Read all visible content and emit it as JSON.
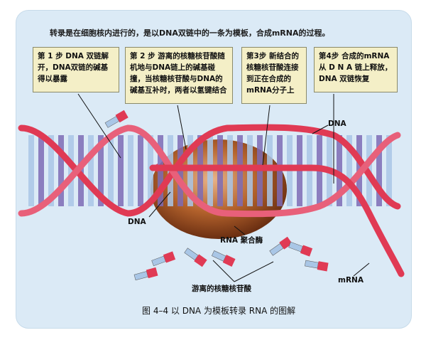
{
  "intro": "转录是在细胞核内进行的，是以DNA双链中的一条为模板，合成mRNA的过程。",
  "steps": [
    {
      "text": "第 1 步   DNA 双链解开，DNA双链的碱基得以暴露"
    },
    {
      "text": "第 2 步   游离的核糖核苷酸随机地与DNA链上的碱基碰撞，当核糖核苷酸与DNA的碱基互补时，两者以氢键结合"
    },
    {
      "text": "第3步   新结合的核糖核苷酸连接到正在合成的mRNA分子上"
    },
    {
      "text": "第4步   合成的mRNA从 D N A 链上释放，DNA 双链恢复"
    }
  ],
  "labels": {
    "dna_top": "DNA",
    "dna_left": "DNA",
    "rna_polymerase": "RNA 聚合酶",
    "free_nucleotides": "游离的核糖核苷酸",
    "mrna": "mRNA"
  },
  "caption": "图 4–4   以 DNA 为模板转录 RNA 的图解",
  "colors": {
    "backbone": "#e03a54",
    "base_purple": "#7c6bb5",
    "base_light": "#a9c6e6",
    "enzyme": "#a65a2a",
    "note_bg": "#f4efc7",
    "panel": "#dbeaf6"
  }
}
